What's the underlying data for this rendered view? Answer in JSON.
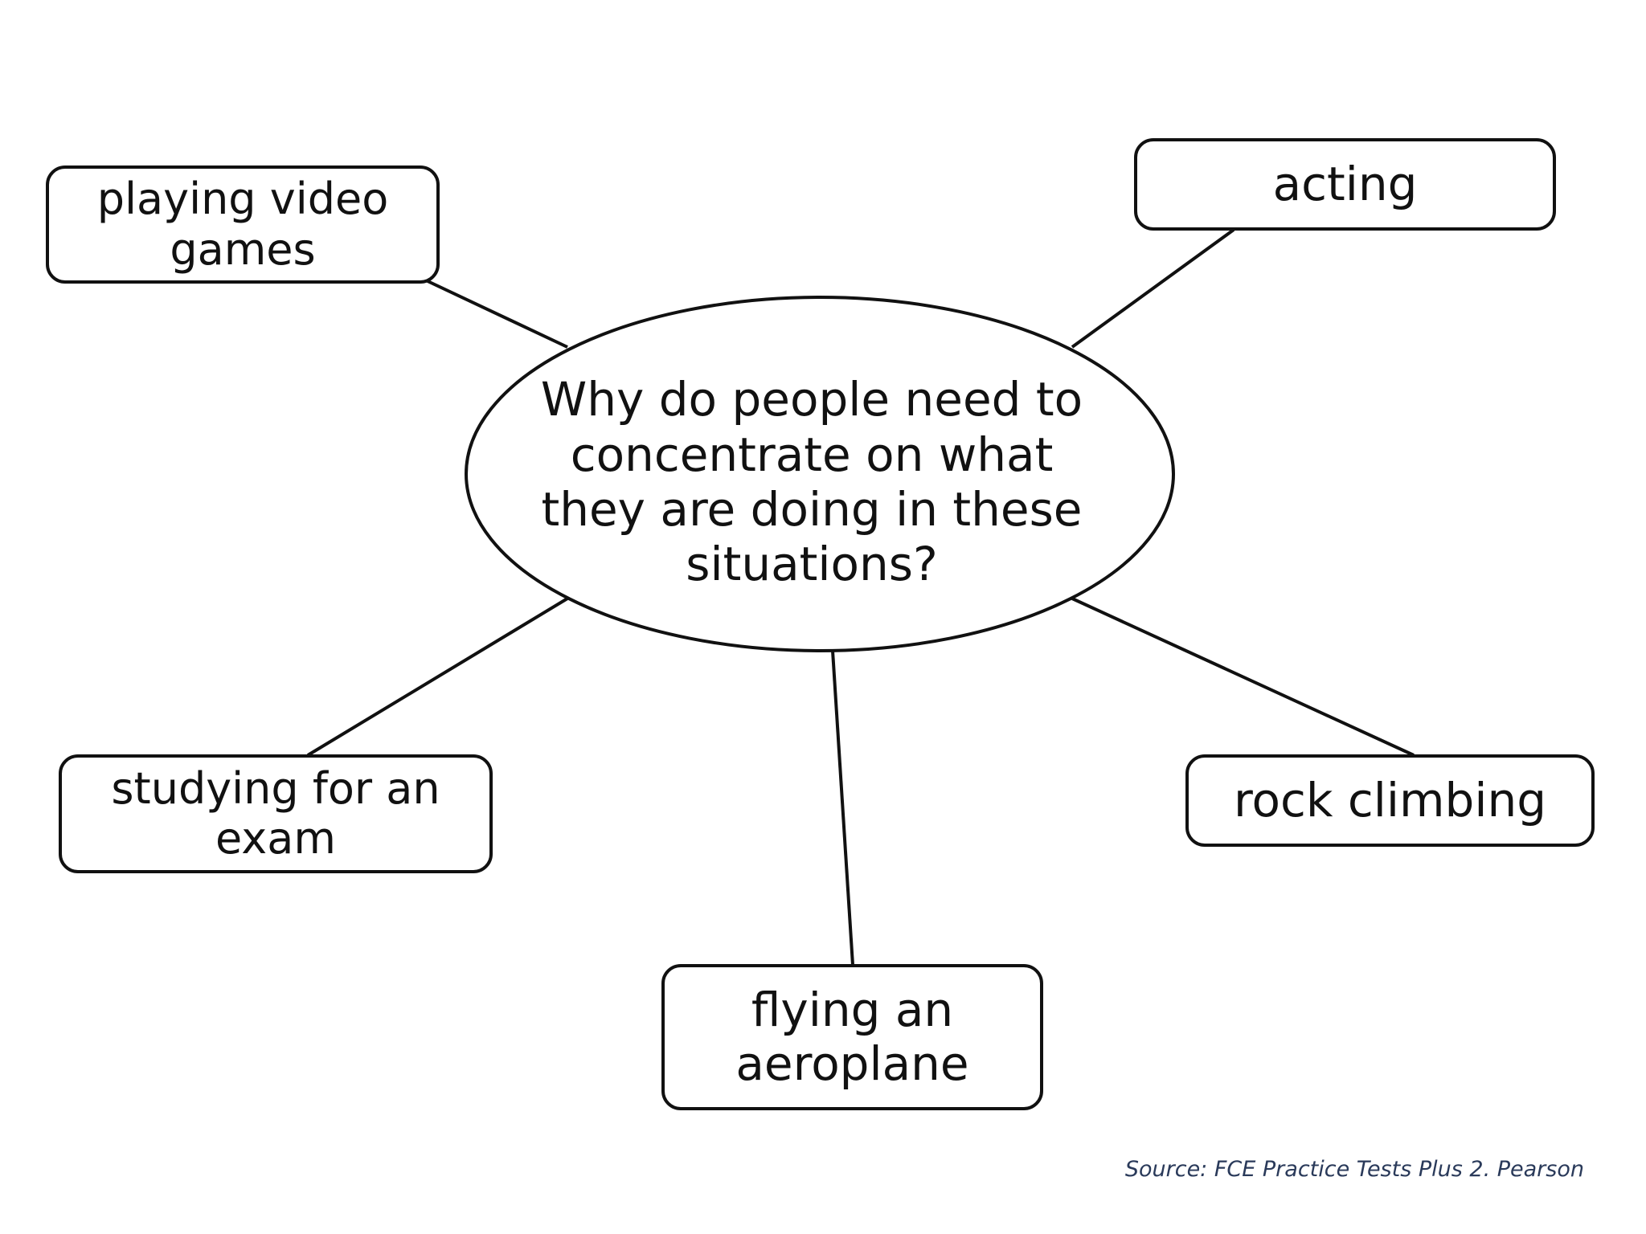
{
  "diagram": {
    "center_question": "Why do people need to concentrate on what they are doing in these situations?",
    "nodes": [
      {
        "id": "playing-video-games",
        "label": "playing video\ngames"
      },
      {
        "id": "acting",
        "label": "acting"
      },
      {
        "id": "studying-for-an-exam",
        "label": "studying for an\nexam"
      },
      {
        "id": "flying-an-aeroplane",
        "label": "flying an\naeroplane"
      },
      {
        "id": "rock-climbing",
        "label": "rock climbing"
      }
    ],
    "edges": [
      {
        "from": "center",
        "to": "playing-video-games"
      },
      {
        "from": "center",
        "to": "acting"
      },
      {
        "from": "center",
        "to": "studying-for-an-exam"
      },
      {
        "from": "center",
        "to": "flying-an-aeroplane"
      },
      {
        "from": "center",
        "to": "rock-climbing"
      }
    ]
  },
  "source": "Source: FCE Practice Tests Plus 2. Pearson",
  "colors": {
    "stroke": "#111111",
    "background": "#ffffff",
    "source_text": "#2a3a5a"
  }
}
